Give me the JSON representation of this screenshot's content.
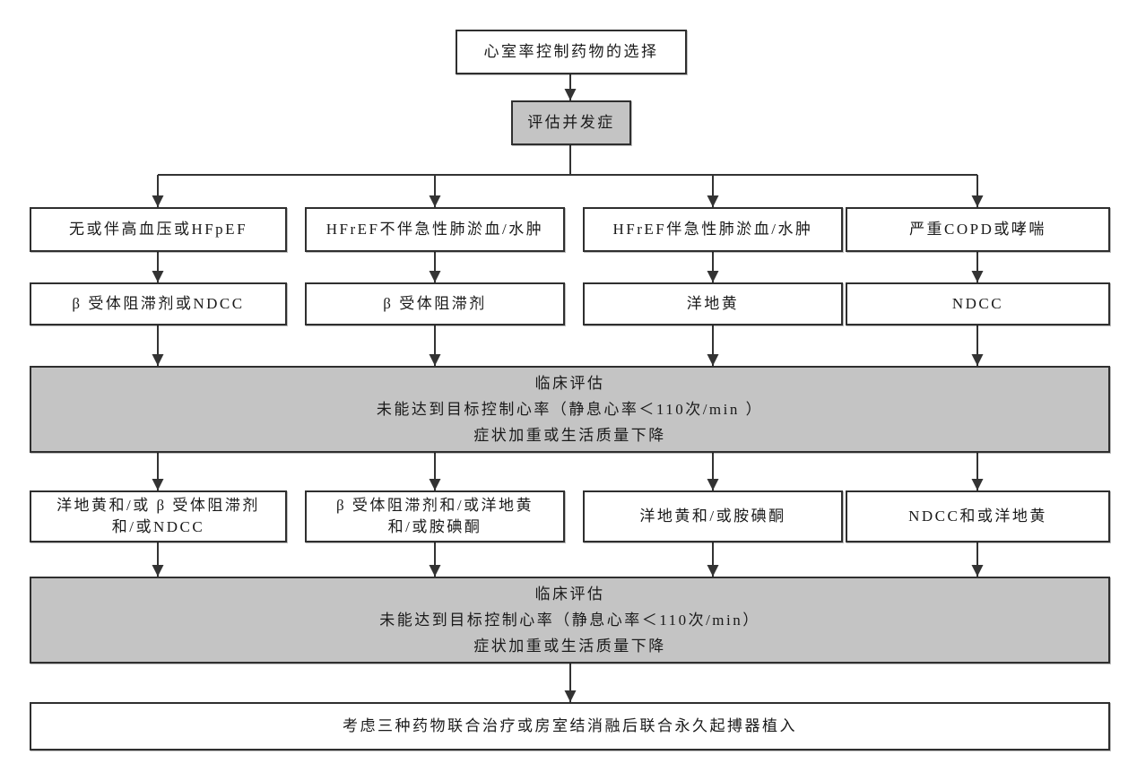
{
  "flowchart": {
    "start": "心室率控制药物的选择",
    "assess": "评估并发症",
    "conditions": [
      "无或伴高血压或HFpEF",
      "HFrEF不伴急性肺淤血/水肿",
      "HFrEF伴急性肺淤血/水肿",
      "严重COPD或哮喘"
    ],
    "first_line_drugs": [
      "β 受体阻滞剂或NDCC",
      "β 受体阻滞剂",
      "洋地黄",
      "NDCC"
    ],
    "eval_band_1": {
      "line1": "临床评估",
      "line2": "未能达到目标控制心率（静息心率＜110次/min ）",
      "line3": "症状加重或生活质量下降"
    },
    "second_line_drugs": [
      [
        "洋地黄和/或 β 受体阻滞剂",
        "和/或NDCC"
      ],
      [
        "β 受体阻滞剂和/或洋地黄",
        "和/或胺碘酮"
      ],
      [
        "洋地黄和/或胺碘酮"
      ],
      [
        "NDCC和或洋地黄"
      ]
    ],
    "eval_band_2": {
      "line1": "临床评估",
      "line2": "未能达到目标控制心率（静息心率＜110次/min）",
      "line3": "症状加重或生活质量下降"
    },
    "final": "考虑三种药物联合治疗或房室结消融后联合永久起搏器植入",
    "colors": {
      "box_border": "#2f2f2f",
      "gray_fill": "#c4c4c4",
      "connector": "#333333",
      "background": "#ffffff"
    }
  }
}
